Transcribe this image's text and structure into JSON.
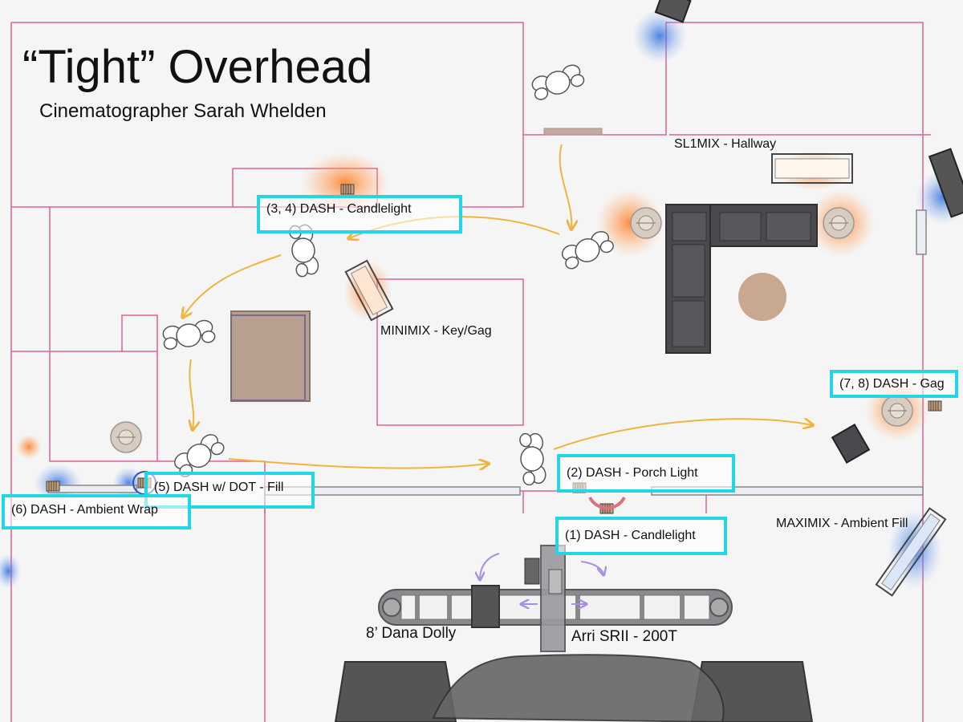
{
  "title": "“Tight” Overhead",
  "subtitle": "Cinematographer Sarah Whelden",
  "labels": {
    "sl1mix": "SL1MIX - Hallway",
    "minimix": "MINIMIX - Key/Gag",
    "maximix": "MAXIMIX - Ambient Fill",
    "dolly": "8’ Dana Dolly",
    "camera": "Arri SRII - 200T"
  },
  "callouts": {
    "candlelight_34": "(3, 4) DASH - Candlelight",
    "gag_78": "(7, 8) DASH - Gag",
    "porch_2": "(2) DASH - Porch Light",
    "candlelight_1": "(1) DASH - Candlelight",
    "fill_5": "(5) DASH w/ DOT - Fill",
    "ambient_6": "(6) DASH - Ambient Wrap"
  },
  "colors": {
    "walls": "#e0609a",
    "callout_border": "#22d6e6",
    "path_arrow": "#f0b43c",
    "camera_arrow": "#a890e0",
    "warm_glow": "#ff8a30",
    "cool_glow": "#3a78e0",
    "sofa": "#4a4a4e",
    "rug": "#b8a090",
    "table": "#c9a890"
  }
}
